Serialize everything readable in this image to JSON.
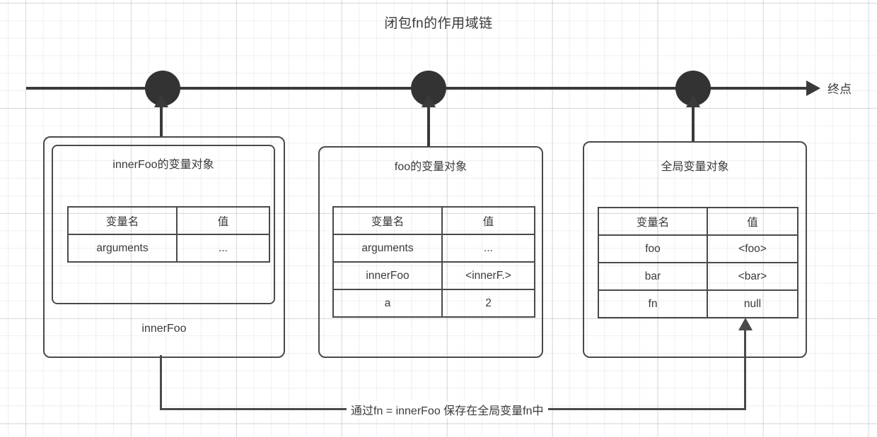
{
  "diagram": {
    "title": "闭包fn的作用域链",
    "timeline": {
      "end_label": "终点",
      "markers": [
        "marker-innerfoo",
        "marker-foo",
        "marker-global"
      ]
    },
    "scopes": [
      {
        "id": "innerfoo",
        "outer_label": "innerFoo",
        "box_title": "innerFoo的变量对象",
        "columns": [
          "变量名",
          "值"
        ],
        "rows": [
          {
            "name": "arguments",
            "value": "..."
          }
        ]
      },
      {
        "id": "foo",
        "outer_label": "",
        "box_title": "foo的变量对象",
        "columns": [
          "变量名",
          "值"
        ],
        "rows": [
          {
            "name": "arguments",
            "value": "..."
          },
          {
            "name": "innerFoo",
            "value": "<innerF.>"
          },
          {
            "name": "a",
            "value": "2"
          }
        ]
      },
      {
        "id": "global",
        "outer_label": "",
        "box_title": "全局变量对象",
        "columns": [
          "变量名",
          "值"
        ],
        "rows": [
          {
            "name": "foo",
            "value": "<foo>"
          },
          {
            "name": "bar",
            "value": "<bar>"
          },
          {
            "name": "fn",
            "value": "null"
          }
        ]
      }
    ],
    "connector": {
      "label": "通过fn = innerFoo 保存在全局变量fn中"
    },
    "colors": {
      "stroke": "#4a4a4a",
      "marker_fill": "#333333",
      "text": "#3a3a3a",
      "background": "#ffffff",
      "grid": "#c8c8d0"
    }
  }
}
